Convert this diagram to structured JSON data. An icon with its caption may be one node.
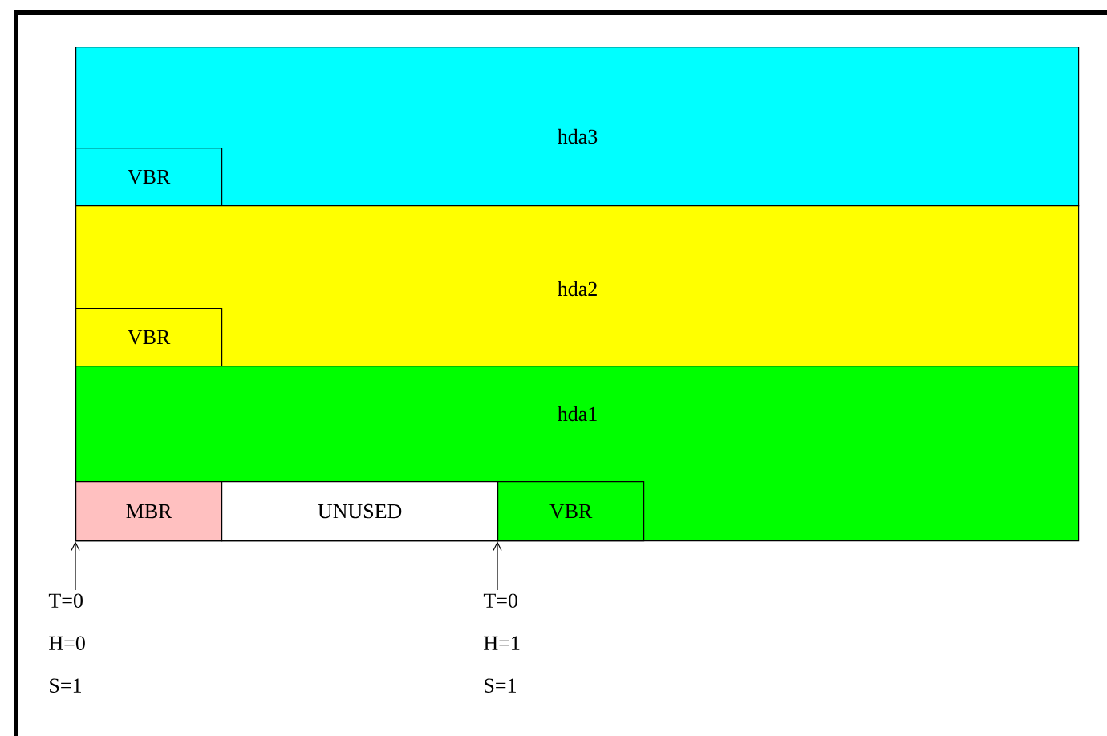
{
  "diagram": {
    "nodes": [
      {
        "text": [
          "hda3"
        ]
      },
      {
        "text": [
          "VBR"
        ],
        "in": 0
      },
      {
        "text": [
          "hda2"
        ]
      },
      {
        "text": [
          "VBR"
        ],
        "in": 2
      },
      {
        "text": [
          "hda1"
        ]
      },
      {
        "text": [
          "MBR"
        ],
        "in": 4
      },
      {
        "text": [
          "UNUSED"
        ],
        "in": 4
      },
      {
        "text": [
          "VBR"
        ],
        "in": 4
      },
      {
        "text": [
          "T=0",
          "H=0",
          "S=1"
        ]
      },
      {
        "text": [
          "T=0",
          "H=1",
          "S=1"
        ]
      }
    ],
    "edges": [
      {
        "from": 8,
        "to": 5,
        "arrow": "to"
      },
      {
        "from": 9,
        "to": 7,
        "arrow": "to"
      }
    ]
  }
}
